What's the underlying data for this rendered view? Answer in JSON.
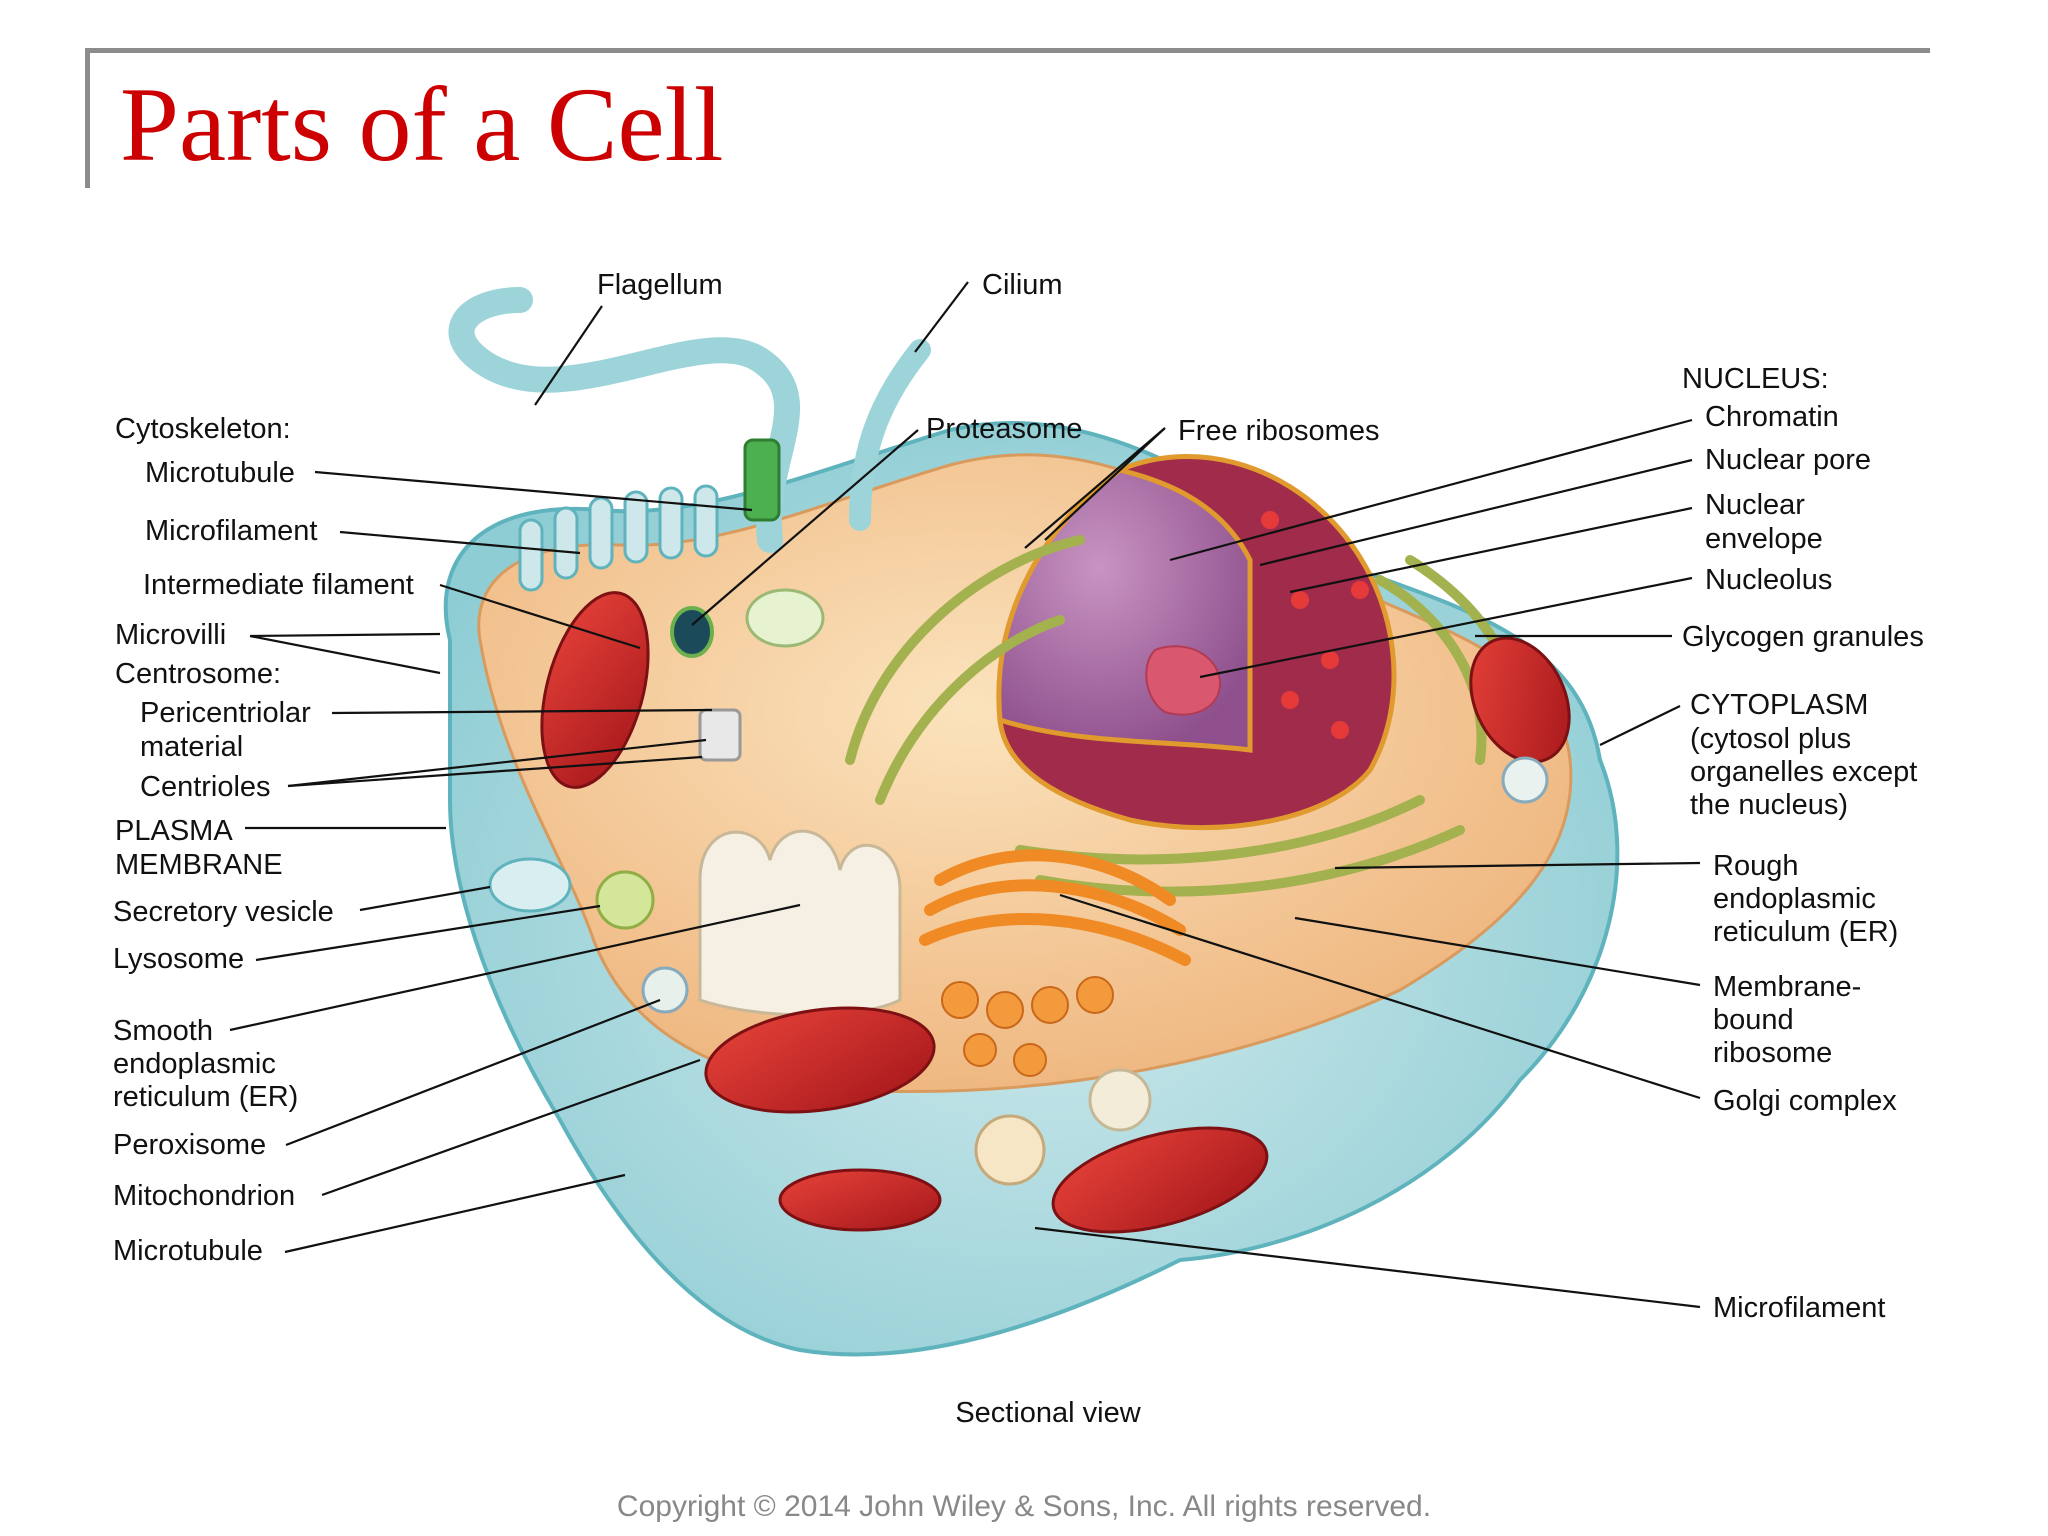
{
  "slide": {
    "title": "Parts of a Cell",
    "copyright": "Copyright © 2014 John Wiley & Sons, Inc. All rights reserved."
  },
  "diagram": {
    "caption": "Sectional view",
    "labels": {
      "flagellum": "Flagellum",
      "cilium": "Cilium",
      "proteasome": "Proteasome",
      "free_ribosomes": "Free ribosomes",
      "cytoskeleton": "Cytoskeleton:",
      "microtubule_top": "Microtubule",
      "microfilament_top": "Microfilament",
      "intermediate_filament": "Intermediate filament",
      "microvilli": "Microvilli",
      "centrosome": "Centrosome:",
      "pericentriolar_1": "Pericentriolar",
      "pericentriolar_2": "material",
      "centrioles": "Centrioles",
      "plasma_membrane_1": "PLASMA",
      "plasma_membrane_2": "MEMBRANE",
      "secretory_vesicle": "Secretory vesicle",
      "lysosome": "Lysosome",
      "smooth_er_1": "Smooth",
      "smooth_er_2": "endoplasmic",
      "smooth_er_3": "reticulum (ER)",
      "peroxisome": "Peroxisome",
      "mitochondrion": "Mitochondrion",
      "microtubule_bottom": "Microtubule",
      "nucleus": "NUCLEUS:",
      "chromatin": "Chromatin",
      "nuclear_pore": "Nuclear pore",
      "nuclear_envelope_1": "Nuclear",
      "nuclear_envelope_2": "envelope",
      "nucleolus": "Nucleolus",
      "glycogen": "Glycogen granules",
      "cytoplasm_1": "CYTOPLASM",
      "cytoplasm_2": "(cytosol plus",
      "cytoplasm_3": "organelles except",
      "cytoplasm_4": "the nucleus)",
      "rough_er_1": "Rough",
      "rough_er_2": "endoplasmic",
      "rough_er_3": "reticulum (ER)",
      "membrane_ribosome_1": "Membrane-",
      "membrane_ribosome_2": "bound",
      "membrane_ribosome_3": "ribosome",
      "golgi": "Golgi complex",
      "microfilament_bottom": "Microfilament"
    }
  }
}
